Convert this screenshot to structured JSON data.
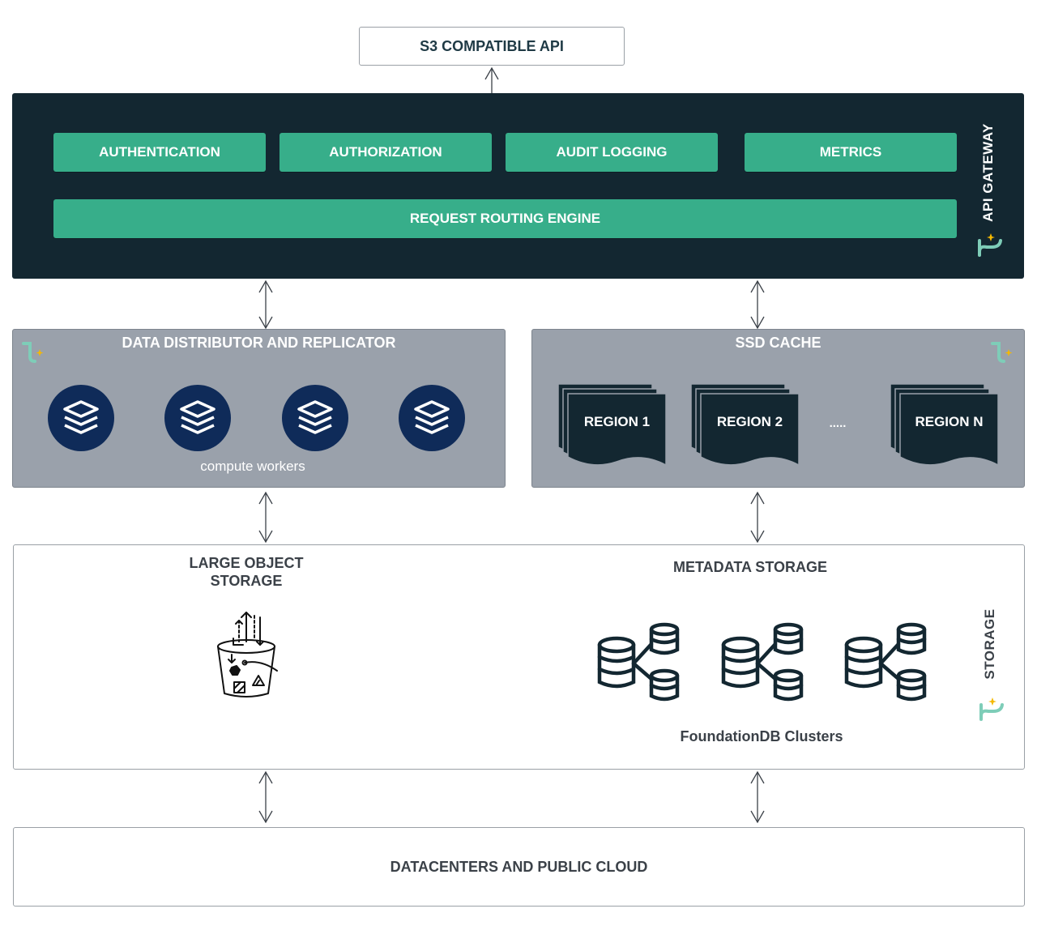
{
  "api": {
    "label": "S3 COMPATIBLE API"
  },
  "gateway": {
    "label": "API GATEWAY",
    "modules": [
      "AUTHENTICATION",
      "AUTHORIZATION",
      "AUDIT LOGGING",
      "METRICS"
    ],
    "routing": "REQUEST ROUTING ENGINE"
  },
  "distributor": {
    "title": "DATA DISTRIBUTOR AND REPLICATOR",
    "workers_label": "compute workers",
    "worker_icon": "layers-stack-icon"
  },
  "cache": {
    "title": "SSD CACHE",
    "regions": [
      "REGION 1",
      "REGION 2",
      "REGION N"
    ],
    "ellipsis": "....."
  },
  "storage": {
    "label": "STORAGE",
    "large_object_title_line1": "LARGE OBJECT",
    "large_object_title_line2": "STORAGE",
    "metadata_title": "METADATA STORAGE",
    "clusters_label": "FoundationDB Clusters",
    "bucket_icon": "object-bucket-icon",
    "cluster_icon": "database-cluster-icon"
  },
  "datacenter": {
    "label": "DATACENTERS AND PUBLIC CLOUD"
  },
  "colors": {
    "gateway_bg": "#132731",
    "module_green": "#37ae8a",
    "panel_grey": "#9aa1ab",
    "worker_navy": "#0f2b59",
    "region_dark": "#132731",
    "logo_teal": "#7ecdb8",
    "logo_star": "#f5b800"
  }
}
